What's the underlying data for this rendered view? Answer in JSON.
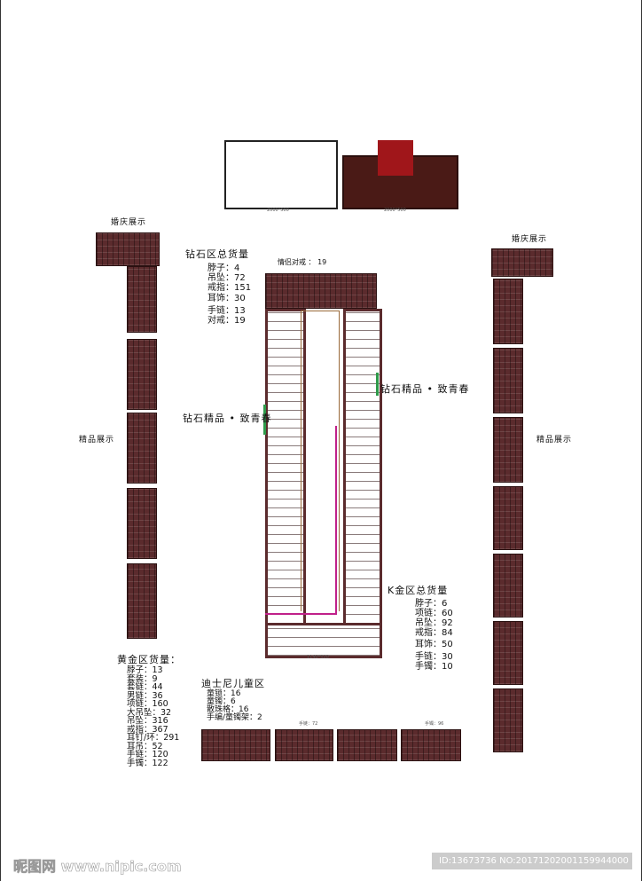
{
  "top_displays": [
    {
      "dim": "2000*500"
    },
    {
      "dim": "2000*500"
    }
  ],
  "left_zone": {
    "wedding_label": "婚庆展示",
    "boutique_label": "精品展示"
  },
  "right_zone": {
    "wedding_label": "婚庆展示",
    "boutique_label": "精品展示"
  },
  "diamond": {
    "title": "钻石区总货量",
    "stats": [
      "脖子：4",
      "吊坠：72",
      "戒指：151",
      "耳饰：30",
      "手链：13",
      "对戒：19"
    ],
    "couple_rings": "情侣对戒 ： 19",
    "youth_left": "钻石精品 • 致青春",
    "youth_right": "钻石精品 • 致青春"
  },
  "kgold": {
    "title": "K金区总货量",
    "stats": [
      "脖子：6",
      "项链：60",
      "吊坠：92",
      "戒指：84",
      "耳饰：50",
      "手链：30",
      "手镯：10"
    ]
  },
  "gold": {
    "title": "黄金区货量：",
    "stats": [
      "脖子：13",
      "套装：9",
      "套链：44",
      "男链：36",
      "项链：160",
      "大吊坠：32",
      "吊坠：316",
      "戒指：367",
      "耳钉/环：291",
      "耳吊：52",
      "手链：120",
      "手镯：122"
    ]
  },
  "disney": {
    "title": "迪士尼儿童区",
    "stats": [
      "童锁：16",
      "童镯：6",
      "散珠格：16",
      "手编/童镯架：2"
    ]
  },
  "bottom_labels": {
    "bracelet_chain": "手链：72",
    "bangle": "手镯：96",
    "center_dim": "1140*520"
  },
  "watermark": {
    "logo": "昵图网 www.nipic.com",
    "id": "ID:13673736 NO:20171202001159944000"
  },
  "colors": {
    "fixture": "#5b2b2d",
    "accent_green": "#2e9a4a",
    "path_pink": "#c0208a",
    "path_brown": "#9a6a3a"
  }
}
